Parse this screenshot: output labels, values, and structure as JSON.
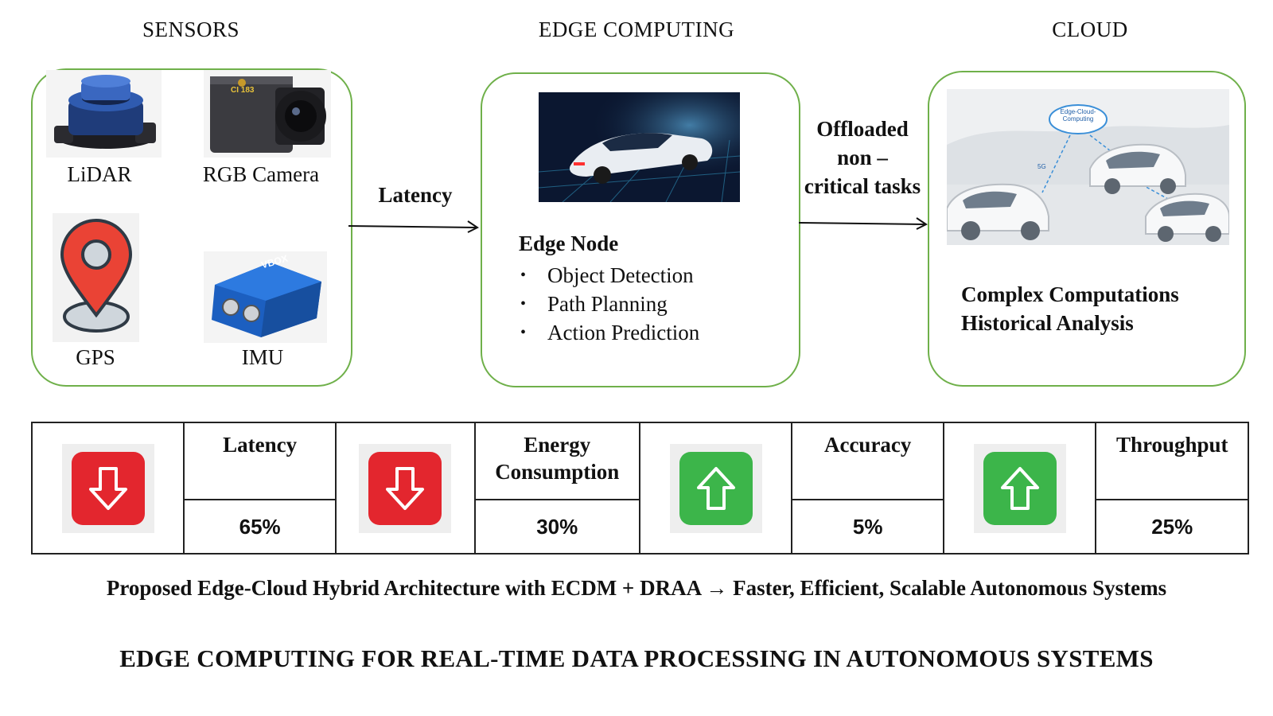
{
  "headings": {
    "sensors": "SENSORS",
    "edge": "EDGE COMPUTING",
    "cloud": "CLOUD"
  },
  "sensors": {
    "lidar": "LiDAR",
    "camera": "RGB Camera",
    "gps": "GPS",
    "imu": "IMU",
    "camera_badge": "CI 183",
    "imu_brand": "VBOX"
  },
  "connectors": {
    "latency": "Latency",
    "offload": [
      "Offloaded",
      "non –",
      "critical tasks"
    ]
  },
  "edge": {
    "title": "Edge Node",
    "items": [
      "Object Detection",
      "Path Planning",
      "Action Prediction"
    ]
  },
  "cloud": {
    "lines": [
      "Complex Computations",
      "Historical Analysis"
    ],
    "cloud_label": "Edge-Cloud-\nComputing",
    "network_label": "5G"
  },
  "metrics": [
    {
      "name": "Latency",
      "value": "65%",
      "direction": "down",
      "color": "#e3262e"
    },
    {
      "name": "Energy Consumption",
      "value": "30%",
      "direction": "down",
      "color": "#e3262e"
    },
    {
      "name": "Accuracy",
      "value": "5%",
      "direction": "up",
      "color": "#3cb54a"
    },
    {
      "name": "Throughput",
      "value": "25%",
      "direction": "up",
      "color": "#3cb54a"
    }
  ],
  "footer": {
    "tagline": "Proposed Edge-Cloud Hybrid Architecture with ECDM + DRAA → Faster, Efficient, Scalable Autonomous Systems",
    "title": "EDGE COMPUTING FOR REAL-TIME DATA PROCESSING IN AUTONOMOUS SYSTEMS"
  },
  "colors": {
    "panel_border": "#6fb04a",
    "down": "#e3262e",
    "up": "#3cb54a"
  }
}
